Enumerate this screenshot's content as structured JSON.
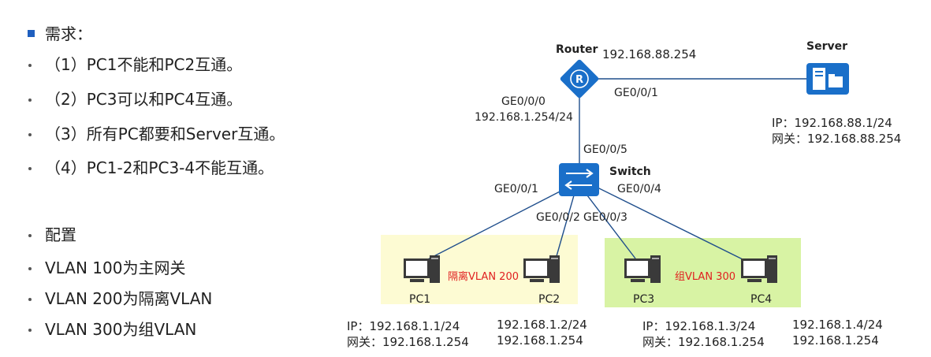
{
  "left": {
    "heading": "需求：",
    "requirements": [
      "（1）PC1不能和PC2互通。",
      "（2）PC3可以和PC4互通。",
      "（3）所有PC都要和Server互通。",
      "（4）PC1-2和PC3-4不能互通。"
    ],
    "config_heading": "配置",
    "config": [
      "VLAN 100为主网关",
      "VLAN 200为隔离VLAN",
      "VLAN 300为组VLAN"
    ]
  },
  "diagram": {
    "router": {
      "name": "Router",
      "ip": "192.168.88.254",
      "port_down": "GE0/0/0",
      "port_down_ip": "192.168.1.254/24",
      "port_right": "GE0/0/1"
    },
    "server": {
      "name": "Server",
      "ip": "IP：192.168.88.1/24",
      "gateway": "网关：192.168.88.254"
    },
    "switch": {
      "name": "Switch",
      "port_up": "GE0/0/5",
      "port1": "GE0/0/1",
      "port2": "GE0/0/2",
      "port3": "GE0/0/3",
      "port4": "GE0/0/4"
    },
    "zones": {
      "isolated": "隔离VLAN 200",
      "group": "组VLAN 300",
      "isolated_color": "#fdfbd3",
      "group_color": "#d8f3a4"
    },
    "pcs": [
      {
        "name": "PC1",
        "ip": "IP：192.168.1.1/24",
        "gateway": "网关：192.168.1.254"
      },
      {
        "name": "PC2",
        "ip": "192.168.1.2/24",
        "gateway": "192.168.1.254"
      },
      {
        "name": "PC3",
        "ip": "IP：192.168.1.3/24",
        "gateway": "网关：192.168.1.254"
      },
      {
        "name": "PC4",
        "ip": "192.168.1.4/24",
        "gateway": "192.168.1.254"
      }
    ],
    "colors": {
      "device_blue": "#1a6fc9",
      "link": "#1f4e8c",
      "bullet": "#1f5fbf",
      "red_label": "#e02020"
    }
  }
}
